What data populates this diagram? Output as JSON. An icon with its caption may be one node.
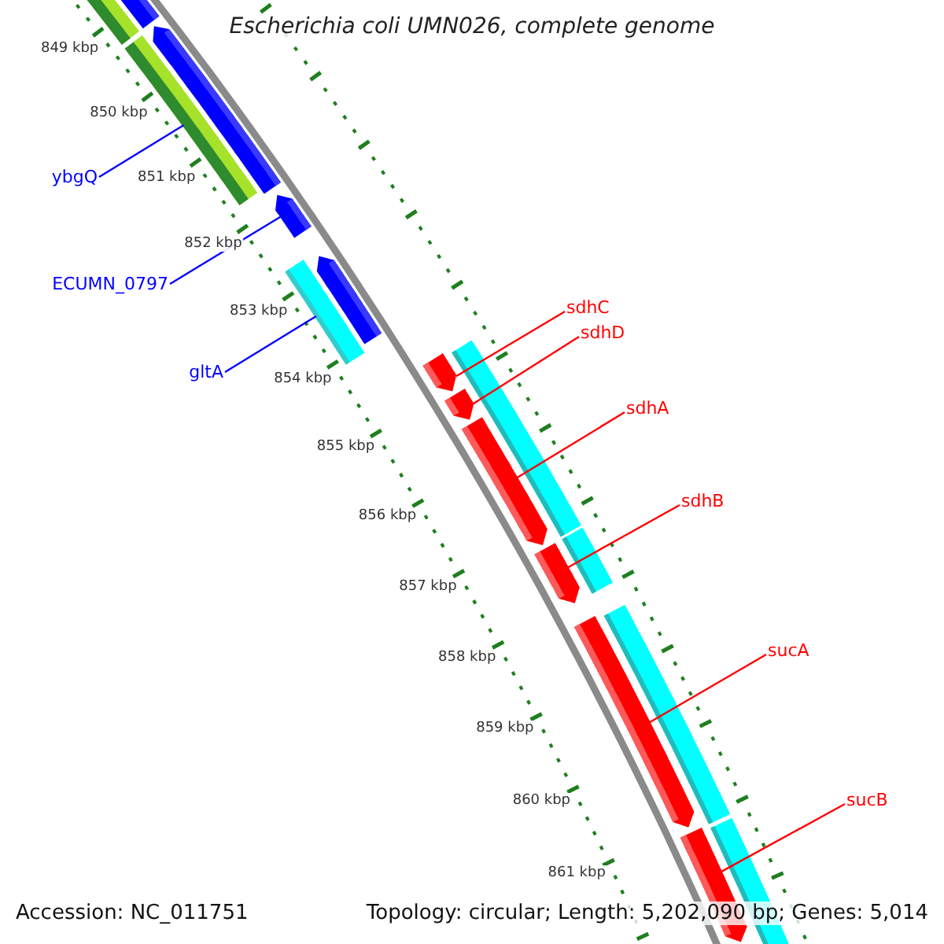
{
  "diagram": {
    "title": "Escherichia coli UMN026, complete genome",
    "nodes": [
      {
        "text": [
          "ybgQ"
        ]
      },
      {
        "text": [
          "ECUMN_0797"
        ]
      },
      {
        "text": [
          "gltA"
        ]
      },
      {
        "text": [
          "sdhC"
        ]
      },
      {
        "text": [
          "sdhD"
        ]
      },
      {
        "text": [
          "sdhA"
        ]
      },
      {
        "text": [
          "sdhB"
        ]
      },
      {
        "text": [
          "sucA"
        ]
      },
      {
        "text": [
          "sucB"
        ]
      },
      {
        "text": [],
        "shape": "bar"
      },
      {
        "text": [],
        "shape": "bar"
      },
      {
        "text": [],
        "shape": "bar"
      },
      {
        "text": [],
        "shape": "bar"
      },
      {
        "text": [],
        "shape": "bar"
      },
      {
        "text": [],
        "shape": "bar"
      },
      {
        "text": [],
        "shape": "bar"
      },
      {
        "text": [],
        "shape": "bar"
      },
      {
        "text": [],
        "shape": "bar"
      }
    ],
    "edges": [
      {
        "from": 0,
        "to": 9,
        "arrow": "none",
        "color": "#0000ff"
      },
      {
        "from": 1,
        "to": 10,
        "arrow": "none",
        "color": "#0000ff"
      },
      {
        "from": 2,
        "to": 11,
        "arrow": "none",
        "color": "#0000ff"
      },
      {
        "from": 3,
        "to": 12,
        "arrow": "none"
      },
      {
        "from": 4,
        "to": 13,
        "arrow": "none"
      },
      {
        "from": 5,
        "to": 14,
        "arrow": "none"
      },
      {
        "from": 6,
        "to": 15,
        "arrow": "none"
      },
      {
        "from": 7,
        "to": 16,
        "arrow": "none"
      },
      {
        "from": 8,
        "to": 17,
        "arrow": "none"
      }
    ],
    "labels": [
      "849 kbp",
      "850 kbp",
      "851 kbp",
      "852 kbp",
      "853 kbp",
      "854 kbp",
      "855 kbp",
      "856 kbp",
      "857 kbp",
      "858 kbp",
      "859 kbp",
      "860 kbp",
      "861 kbp",
      "Accession: NC_011751",
      "Topology: circular; Length: 5,202,090 bp; Genes: 5,014"
    ]
  }
}
